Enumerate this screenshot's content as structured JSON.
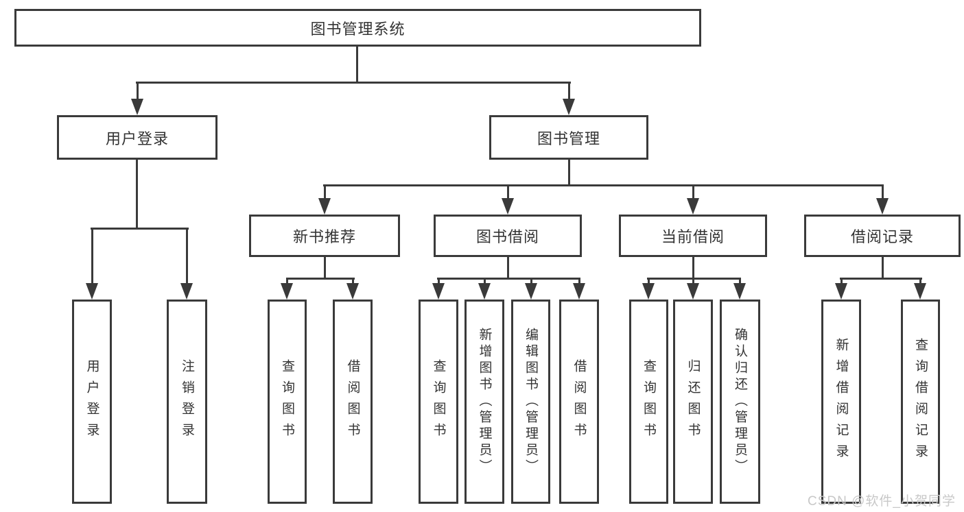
{
  "root": {
    "label": "图书管理系统"
  },
  "level2": [
    {
      "label": "用户登录"
    },
    {
      "label": "图书管理"
    }
  ],
  "level3": [
    {
      "label": "新书推荐"
    },
    {
      "label": "图书借阅"
    },
    {
      "label": "当前借阅"
    },
    {
      "label": "借阅记录"
    }
  ],
  "leaves": {
    "user_login": [
      {
        "label": "用户登录"
      },
      {
        "label": "注销登录"
      }
    ],
    "new_book_recommend": [
      {
        "label": "查询图书"
      },
      {
        "label": "借阅图书"
      }
    ],
    "book_borrow": [
      {
        "label": "查询图书"
      },
      {
        "label": "新增图书（管理员）"
      },
      {
        "label": "编辑图书（管理员）"
      },
      {
        "label": "借阅图书"
      }
    ],
    "current_borrow": [
      {
        "label": "查询图书"
      },
      {
        "label": "归还图书"
      },
      {
        "label": "确认归还（管理员）"
      }
    ],
    "borrow_record": [
      {
        "label": "新增借阅记录"
      },
      {
        "label": "查询借阅记录"
      }
    ]
  },
  "watermark": "CSDN @软件_小贺同学",
  "colors": {
    "line": "#3a3a3a",
    "text": "#333333",
    "watermark_text": "#c8c8c8",
    "background": "#ffffff"
  }
}
